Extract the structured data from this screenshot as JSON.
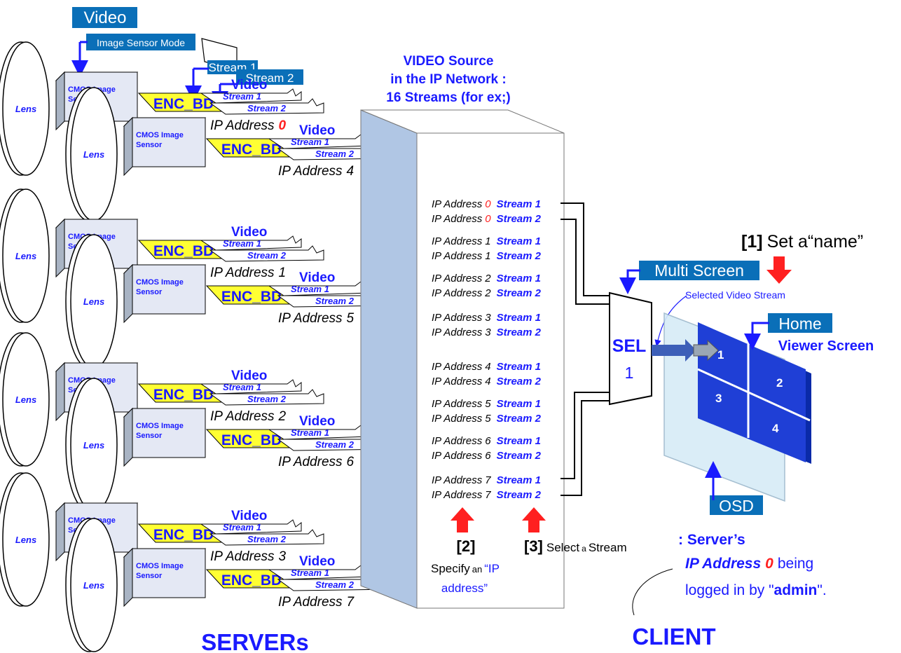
{
  "servers": {
    "title": "SERVERs",
    "lens_label": "Lens",
    "sensor_label_line1": "CMOS Image",
    "sensor_label_line2": "Sensor",
    "enc_label": "ENC_BD",
    "video_label": "Video",
    "stream1_label": "Stream 1",
    "stream2_label": "Stream 2",
    "ip_prefix": "IP Address",
    "top_video_tag": "Video",
    "image_sensor_mode_tag": "Image Sensor Mode",
    "stream1_tag": "Stream 1",
    "stream2_tag": "Stream 2",
    "pairs": [
      {
        "front_ip": "0",
        "back_ip": "4"
      },
      {
        "front_ip": "1",
        "back_ip": "5"
      },
      {
        "front_ip": "2",
        "back_ip": "6"
      },
      {
        "front_ip": "3",
        "back_ip": "7"
      }
    ]
  },
  "network": {
    "title_line1": "VIDEO Source",
    "title_line2": "in the IP Network :",
    "title_line3": "16 Streams (for ex;)",
    "rows": [
      {
        "ip": "IP Address",
        "num": "0",
        "stream": "Stream 1",
        "num_red": true
      },
      {
        "ip": "IP Address",
        "num": "0",
        "stream": "Stream 2",
        "num_red": true
      },
      {
        "ip": "IP Address",
        "num": "1",
        "stream": "Stream 1",
        "num_red": false
      },
      {
        "ip": "IP Address",
        "num": "1",
        "stream": "Stream 2",
        "num_red": false
      },
      {
        "ip": "IP Address",
        "num": "2",
        "stream": "Stream 1",
        "num_red": false
      },
      {
        "ip": "IP Address",
        "num": "2",
        "stream": "Stream 2",
        "num_red": false
      },
      {
        "ip": "IP Address",
        "num": "3",
        "stream": "Stream 1",
        "num_red": false
      },
      {
        "ip": "IP Address",
        "num": "3",
        "stream": "Stream 2",
        "num_red": false
      },
      {
        "ip": "IP Address",
        "num": "4",
        "stream": "Stream 1",
        "num_red": false
      },
      {
        "ip": "IP Address",
        "num": "4",
        "stream": "Stream 2",
        "num_red": false
      },
      {
        "ip": "IP Address",
        "num": "5",
        "stream": "Stream 1",
        "num_red": false
      },
      {
        "ip": "IP Address",
        "num": "5",
        "stream": "Stream 2",
        "num_red": false
      },
      {
        "ip": "IP Address",
        "num": "6",
        "stream": "Stream 1",
        "num_red": false
      },
      {
        "ip": "IP Address",
        "num": "6",
        "stream": "Stream 2",
        "num_red": false
      },
      {
        "ip": "IP Address",
        "num": "7",
        "stream": "Stream 1",
        "num_red": false
      },
      {
        "ip": "IP Address",
        "num": "7",
        "stream": "Stream 2",
        "num_red": false
      }
    ]
  },
  "steps": {
    "step2_num": "[2]",
    "step2_text1a": "Specify",
    "step2_text1b": "an",
    "step2_text1c": "“IP",
    "step2_text2": "address”",
    "step3_num": "[3]",
    "step3_text_a": "Select",
    "step3_text_b": "a",
    "step3_text_c": "Stream",
    "step1_num": "[1]",
    "step1_text": "Set a“name”"
  },
  "client": {
    "title": "CLIENT",
    "multi_screen_tag": "Multi Screen",
    "selected_label": "Selected Video Stream",
    "sel_label": "SEL",
    "sel_num": "1",
    "home_tag": "Home",
    "viewer_label": "Viewer Screen",
    "osd_tag": "OSD",
    "cells": [
      "1",
      "2",
      "3",
      "4"
    ],
    "note_line1": ": Server’s",
    "note_line2_a": "IP Address",
    "note_line2_b": "0",
    "note_line2_c": "being",
    "note_line3_a": "logged in by \"",
    "note_line3_b": "admin",
    "note_line3_c": "\"."
  },
  "colors": {
    "blue_text": "#1a1aff",
    "tag_bg": "#0a6fb8",
    "red": "#ff2020",
    "yellow": "#ffff33",
    "network_face": "#b0c6e4",
    "screen_blue": "#1f3fd6"
  }
}
